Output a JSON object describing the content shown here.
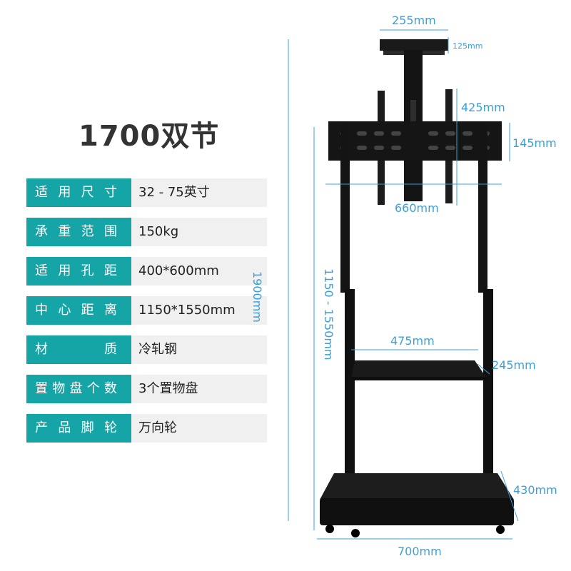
{
  "title": "1700双节",
  "specs": [
    {
      "label": "适用尺寸",
      "value": "32 - 75英寸"
    },
    {
      "label": "承重范围",
      "value": "150kg"
    },
    {
      "label": "适用孔距",
      "value": "400*600mm"
    },
    {
      "label": "中心距离",
      "value": "1150*1550mm"
    },
    {
      "label": "材　　质",
      "value": "冷轧钢"
    },
    {
      "label": "置物盘个数",
      "value": "3个置物盘"
    },
    {
      "label": "产品脚轮",
      "value": "万向轮"
    }
  ],
  "dimensions": {
    "camera_width": "255mm",
    "camera_depth": "125mm",
    "bracket_height": "425mm",
    "bracket_thickness": "145mm",
    "bracket_width": "660mm",
    "total_height": "1900mm",
    "adjust_height": "1150 - 1550mm",
    "tray_width": "475mm",
    "tray_depth": "245mm",
    "base_depth": "430mm",
    "base_width": "700mm"
  },
  "colors": {
    "accent": "#16a5a6",
    "dimension": "#3aa0d8",
    "stand": "#111111"
  }
}
